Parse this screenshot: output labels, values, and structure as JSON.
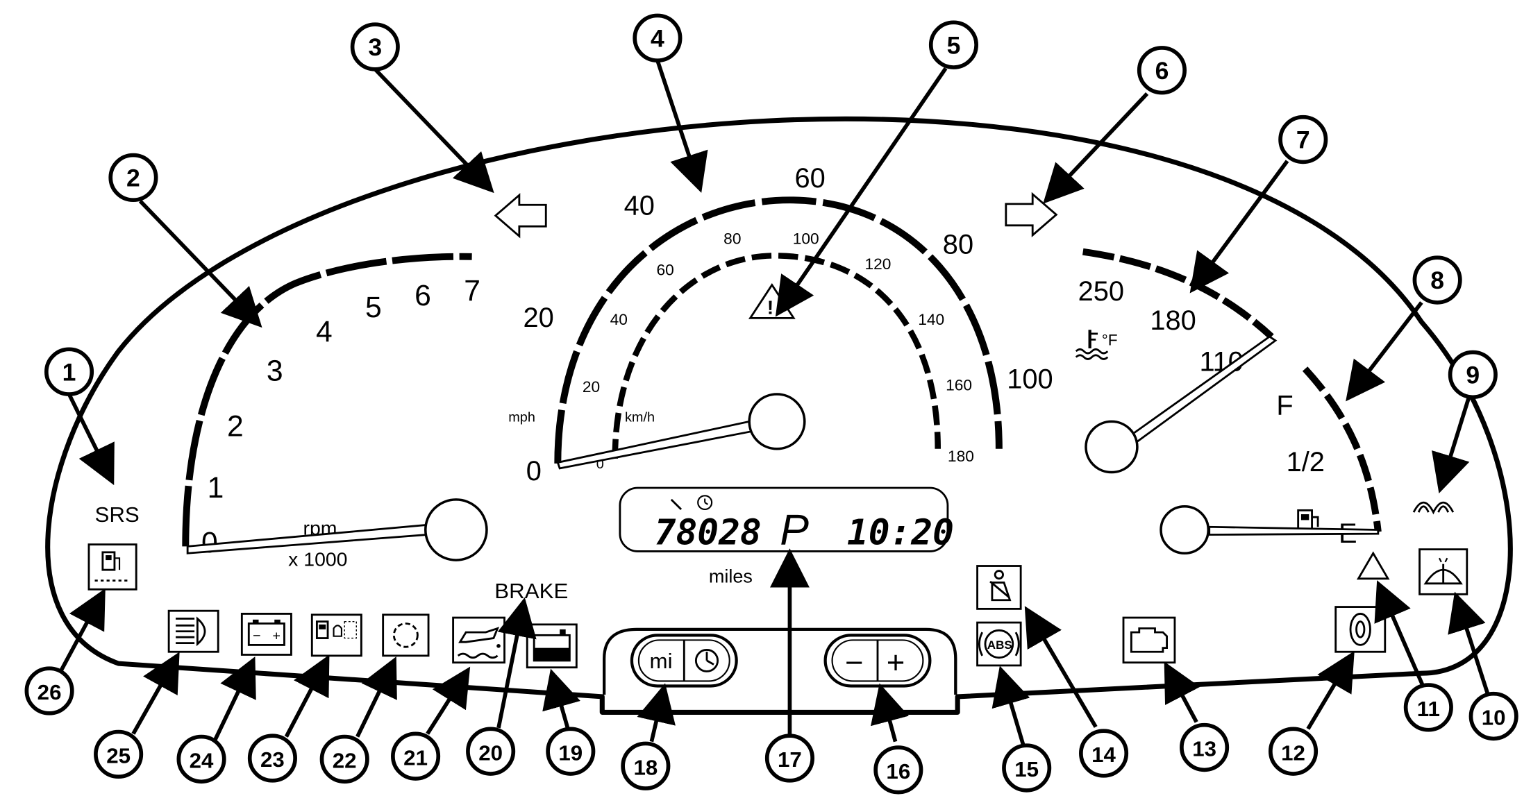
{
  "tachometer": {
    "ticks": [
      "0",
      "1",
      "2",
      "3",
      "4",
      "5",
      "6",
      "7"
    ],
    "unit_line1": "rpm",
    "unit_line2": "x 1000"
  },
  "speedometer": {
    "mph_ticks": [
      "0",
      "20",
      "40",
      "60",
      "80",
      "100"
    ],
    "mph_unit": "mph",
    "kmh_ticks": [
      "0",
      "20",
      "40",
      "60",
      "80",
      "100",
      "120",
      "140",
      "160",
      "180"
    ],
    "kmh_unit": "km/h"
  },
  "temperature_gauge": {
    "ticks": [
      "250",
      "180",
      "110"
    ],
    "unit": "°F"
  },
  "fuel_gauge": {
    "ticks": [
      "F",
      "1/2",
      "E"
    ]
  },
  "odometer_display": {
    "odometer": "78028",
    "gear": "P",
    "clock": "10:20",
    "unit": "miles"
  },
  "labels": {
    "srs": "SRS",
    "brake": "BRAKE",
    "abs": "ABS"
  },
  "buttons": {
    "mi_button": "mi",
    "minus": "−",
    "plus": "+"
  },
  "callouts": [
    "1",
    "2",
    "3",
    "4",
    "5",
    "6",
    "7",
    "8",
    "9",
    "10",
    "11",
    "12",
    "13",
    "14",
    "15",
    "16",
    "17",
    "18",
    "19",
    "20",
    "21",
    "22",
    "23",
    "24",
    "25",
    "26"
  ],
  "icons": [
    "srs-icon",
    "fuel-reserve-icon",
    "turn-left-arrow-icon",
    "turn-right-arrow-icon",
    "warning-triangle-icon",
    "coolant-temp-icon",
    "fuel-pump-icon",
    "glow-plug-icon",
    "wiper-icon",
    "hazard-triangle-icon",
    "tire-icon",
    "engine-icon",
    "abs-icon",
    "seatbelt-icon",
    "headlight-icon",
    "battery-icon",
    "fuel-filter-icon",
    "brake-pad-icon",
    "oil-pressure-icon",
    "coolant-level-icon",
    "clock-button-icon"
  ]
}
